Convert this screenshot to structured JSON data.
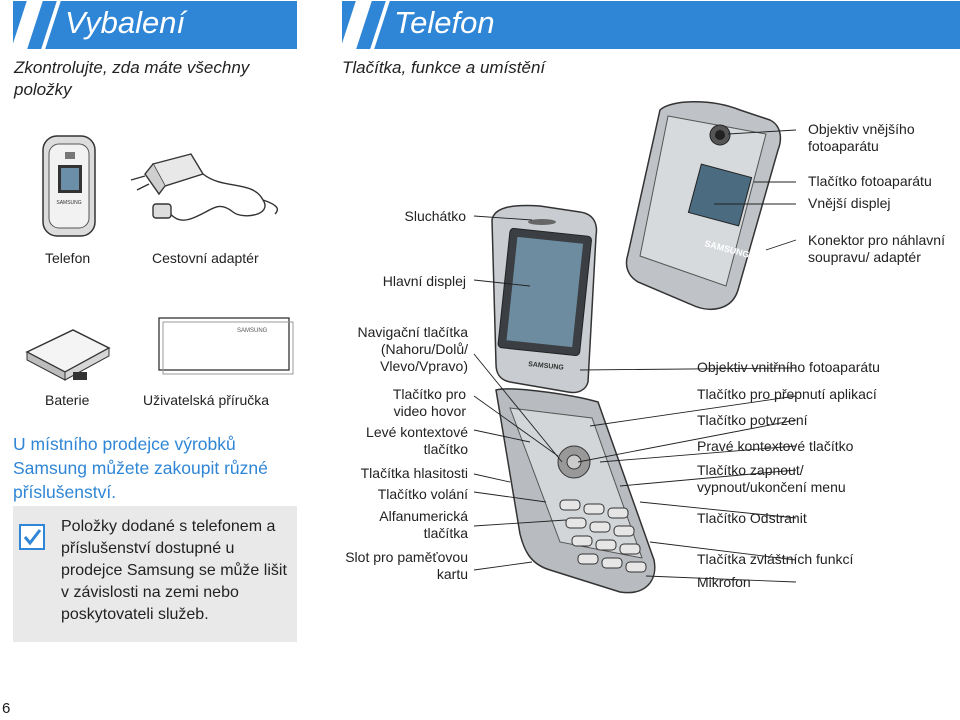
{
  "page_number": "6",
  "left": {
    "title": "Vybalení",
    "subtitle": "Zkontrolujte, zda máte všechny položky",
    "items": {
      "phone": "Telefon",
      "charger": "Cestovní adaptér",
      "battery": "Baterie",
      "manual": "Uživatelská příručka"
    },
    "dealer_text": "U místního prodejce výrobků Samsung můžete zakoupit různé příslušenství.",
    "note": "Položky dodané s telefonem a příslušenství dostupné u prodejce Samsung se může lišit v závislosti na zemi nebo poskytovateli služeb."
  },
  "right": {
    "title": "Telefon",
    "subtitle": "Tlačítka, funkce a umístění",
    "left_labels": {
      "earpiece": "Sluchátko",
      "main_display": "Hlavní displej",
      "nav_keys": "Navigační tlačítka (Nahoru/Dolů/ Vlevo/Vpravo)",
      "video_call": "Tlačítko pro video hovor",
      "left_soft": "Levé kontextové tlačítko",
      "volume": "Tlačítka hlasitosti",
      "dial": "Tlačítko volání",
      "alphanumeric": "Alfanumerická tlačítka",
      "card_slot": "Slot pro paměťovou kartu"
    },
    "right_labels": {
      "outer_camera": "Objektiv vnějšího fotoaparátu",
      "camera_key": "Tlačítko fotoaparátu",
      "outer_display": "Vnější displej",
      "connector": "Konektor pro náhlavní soupravu/ adaptér",
      "inner_camera": "Objektiv vnitřního fotoaparátu",
      "app_switch": "Tlačítko pro přepnutí aplikací",
      "confirm": "Tlačítko potvrzení",
      "right_soft": "Pravé kontextové tlačítko",
      "power_end": "Tlačítko zapnout/ vypnout/ukončení menu",
      "clear": "Tlačítko Odstranit",
      "special": "Tlačítka zvláštních funkcí",
      "mic": "Mikrofon"
    },
    "brand": "SAMSUNG"
  },
  "colors": {
    "accent": "#2f86d6",
    "note_bg": "#e9e9e9"
  }
}
